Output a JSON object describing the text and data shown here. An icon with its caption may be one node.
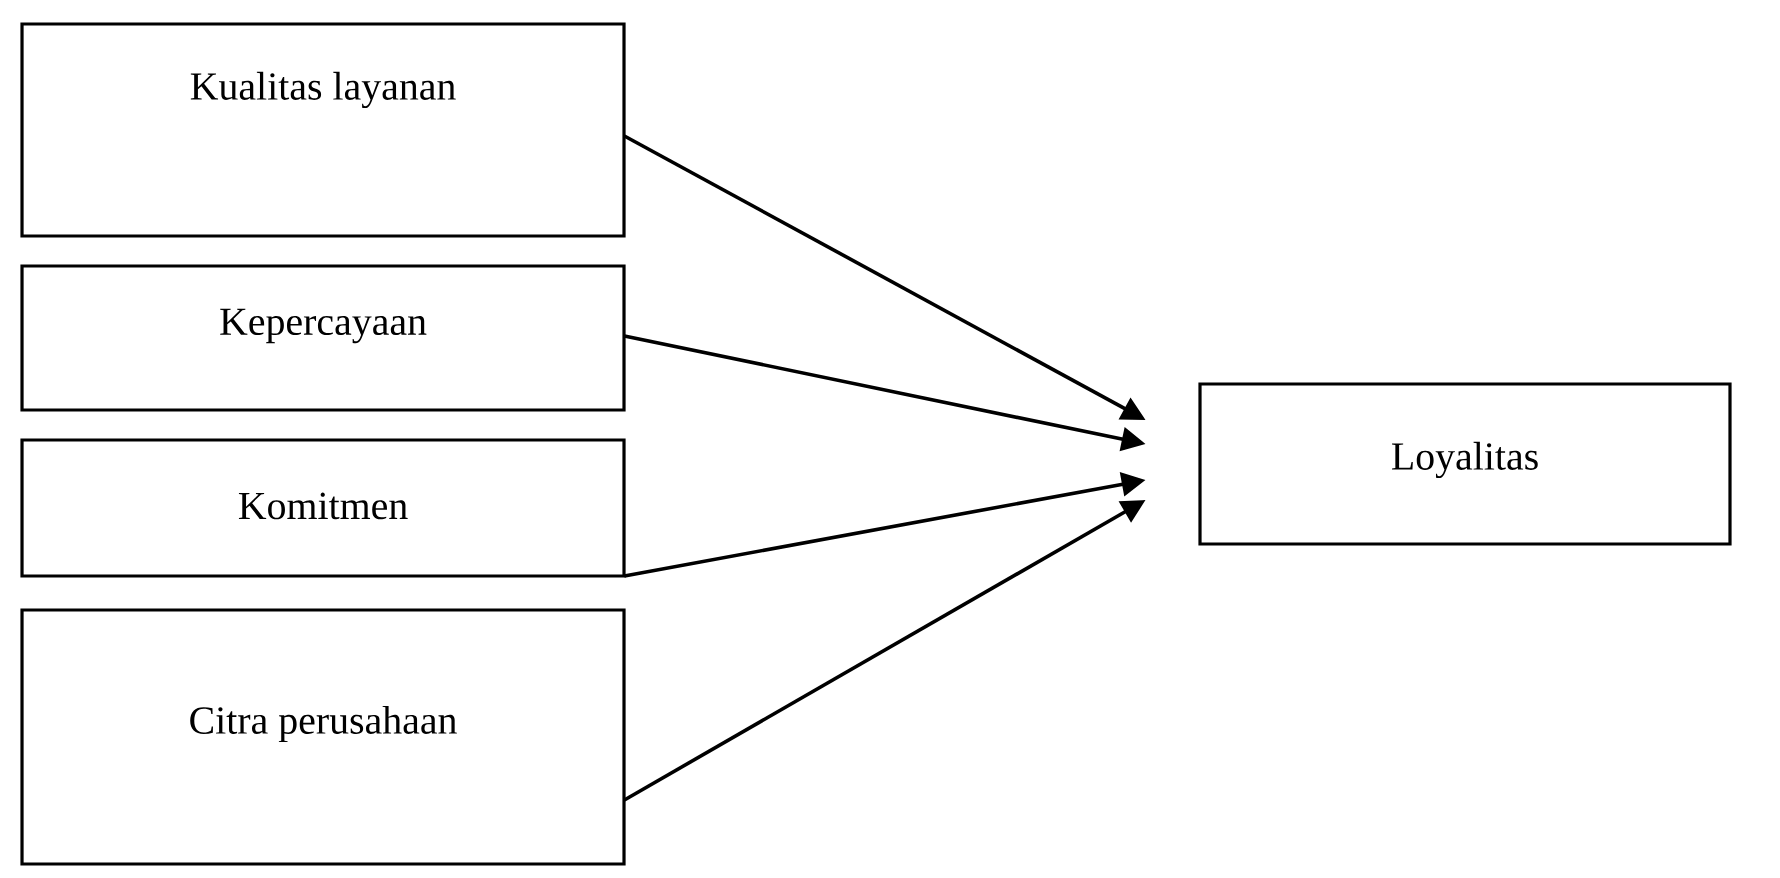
{
  "diagram": {
    "nodes": [
      {
        "text": [
          "Kualitas layanan"
        ]
      },
      {
        "text": [
          "Kepercayaan"
        ]
      },
      {
        "text": [
          "Komitmen"
        ]
      },
      {
        "text": [
          "Citra perusahaan"
        ]
      },
      {
        "text": [
          "Loyalitas"
        ]
      }
    ],
    "edges": [
      {
        "from": 0,
        "to": 4,
        "arrow": "to"
      },
      {
        "from": 1,
        "to": 4,
        "arrow": "to"
      },
      {
        "from": 2,
        "to": 4,
        "arrow": "to"
      },
      {
        "from": 3,
        "to": 4,
        "arrow": "to"
      }
    ]
  }
}
